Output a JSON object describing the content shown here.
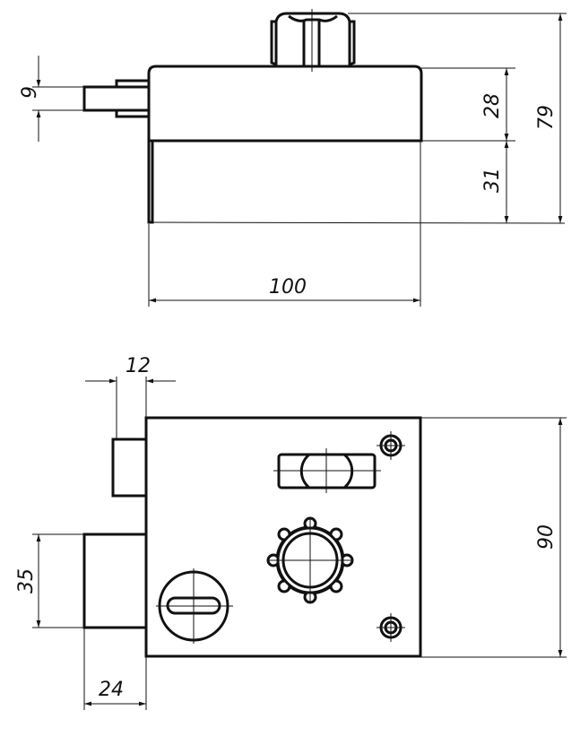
{
  "dimensions": {
    "latch_height": "9",
    "upper_height": "28",
    "lower_height": "31",
    "total_height": "79",
    "width": "100",
    "small_bolt": "12",
    "front_height": "90",
    "large_bolt_height": "35",
    "large_bolt_length": "24"
  },
  "colors": {
    "line": "#111111",
    "background": "#ffffff"
  }
}
